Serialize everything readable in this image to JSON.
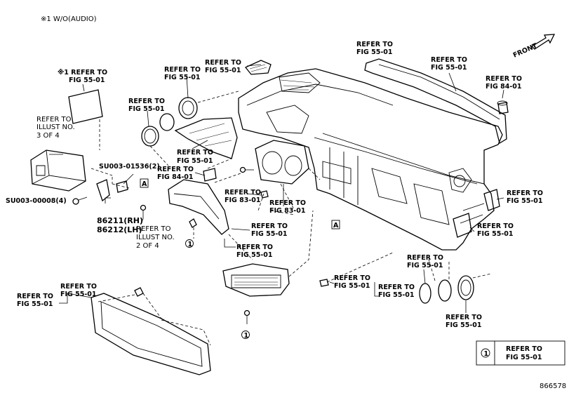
{
  "header": {
    "note": "※1 W/O(AUDIO)"
  },
  "front_label": "FRONT",
  "labels": {
    "l_note1": "※1 REFER TO",
    "l_note1b": "FIG 55-01",
    "l_ref_ill3a": "REFER TO",
    "l_ref_ill3b": "ILLUST NO.",
    "l_ref_ill3c": "3 OF 4",
    "l_ring_a": "REFER TO",
    "l_ring_b": "FIG 55-01",
    "l_vent_a": "REFER TO",
    "l_vent_b": "FIG 55-01",
    "l_top_a": "REFER TO",
    "l_top_b": "FIG 55-01",
    "l_rail_a": "REFER TO",
    "l_rail_b": "FIG 55-01",
    "l_cap_a": "REFER TO",
    "l_cap_b": "FIG 84-01",
    "l_hood_a": "REFER TO",
    "l_hood_b": "FIG 55-01",
    "l_su1536": "SU003-01536(2)",
    "l_sw_a": "REFER TO",
    "l_sw_b": "FIG 84-01",
    "l_su0008": "SU003-00008(4)",
    "l_rh": "86211(RH)",
    "l_lh": "86212(LH)",
    "l_ref_ill2a": "REFER TO",
    "l_ref_ill2b": "ILLUST NO.",
    "l_ref_ill2c": "2 OF 4",
    "l_cl1_a": "REFER TO",
    "l_cl1_b": "FIG 83-01",
    "l_cl2_a": "REFER TO",
    "l_cl2_b": "FIG 83-01",
    "l_bez1_a": "REFER TO",
    "l_bez1_b": "FIG 55-01",
    "l_bez2_a": "REFER TO",
    "l_bez2_b": "FIG 55-01",
    "l_rv_a": "REFER TO",
    "l_rv_b": "FIG 55-01",
    "l_rp_a": "REFER TO",
    "l_rp_b": "FIG 55-01",
    "l_rr_a": "REFER TO",
    "l_rr_b": "FIG 55-01",
    "l_cv1_a": "REFER TO",
    "l_cv1_b": "FIG 55-01",
    "l_cv2_a": "REFER TO",
    "l_cv2_b": "FIG 55-01",
    "l_rvent_a": "REFER TO",
    "l_rvent_b": "FIG 55-01",
    "l_glv1_a": "REFER TO",
    "l_glv1_b": "FIG 55-01",
    "l_glv2_a": "REFER TO",
    "l_glv2_b": "FIG 55-01"
  },
  "markers": {
    "a1": "A",
    "a2": "A",
    "c1": "1",
    "c2": "1"
  },
  "legend": {
    "num": "1",
    "line1": "REFER TO",
    "line2": "FIG 55-01"
  },
  "diagram_id": "866578"
}
